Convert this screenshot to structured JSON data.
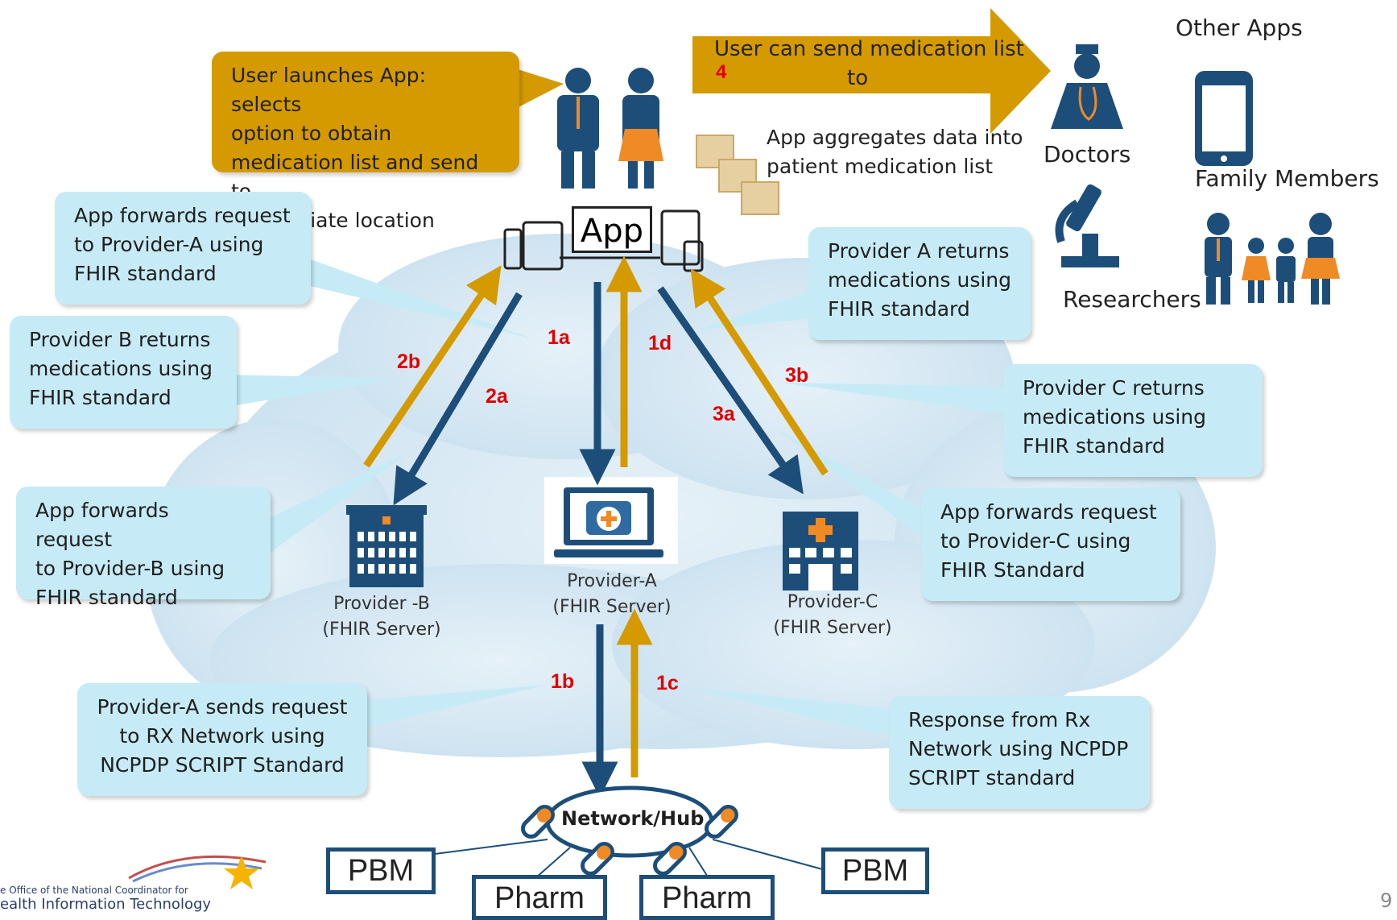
{
  "banner": {
    "line1": "User can send medication list",
    "line2": "to",
    "step": "4"
  },
  "launch_callout": "User launches App: selects\noption to obtain\nmedication list and send to\nappropriate location",
  "app_label": "App",
  "aggregate_text": "App aggregates data into\npatient medication list",
  "recipients": {
    "doctors": "Doctors",
    "other_apps": "Other Apps",
    "family": "Family Members",
    "researchers": "Researchers"
  },
  "callouts": {
    "fwd_a": "App forwards request\nto Provider-A using\nFHIR standard",
    "ret_b": "Provider B returns\nmedications using\nFHIR standard",
    "fwd_b": "App forwards request\nto Provider-B using\nFHIR standard",
    "ret_a": "Provider A returns\nmedications using\nFHIR standard",
    "ret_c": "Provider C returns\nmedications using\nFHIR standard",
    "fwd_c": "App forwards request\nto Provider-C using\nFHIR Standard",
    "send_rx": "Provider-A sends request\nto RX Network using\nNCPDP SCRIPT Standard",
    "resp_rx": "Response from Rx\nNetwork using NCPDP\nSCRIPT standard"
  },
  "steps": {
    "s1a": "1a",
    "s1b": "1b",
    "s1c": "1c",
    "s1d": "1d",
    "s2a": "2a",
    "s2b": "2b",
    "s3a": "3a",
    "s3b": "3b"
  },
  "servers": {
    "a": "Provider-A\n(FHIR Server)",
    "b": "Provider -B\n(FHIR Server)",
    "c": "Provider-C\n(FHIR Server)"
  },
  "hub": "Network/Hub",
  "nodes": {
    "pbm_left": "PBM",
    "pharm_left": "Pharm",
    "pharm_right": "Pharm",
    "pbm_right": "PBM"
  },
  "footer": {
    "org_line1": "e Office of the National Coordinator for",
    "org_line2": "ealth Information Technology",
    "page": "9"
  },
  "colors": {
    "navy": "#1d4e7a",
    "gold": "#d49a00",
    "callout": "#c6ebf7",
    "cloud": "#d5e8f4",
    "step": "#e00000",
    "orange": "#f08a24"
  }
}
